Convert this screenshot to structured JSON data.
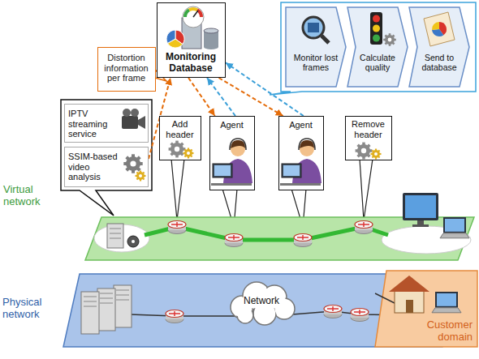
{
  "diagram": {
    "nodes": [
      {
        "text": [
          "Monitoring Database"
        ]
      },
      {
        "text": [
          "Distortion information per frame"
        ]
      },
      {
        "text": [
          "Monitor lost frames"
        ]
      },
      {
        "text": [
          "Calculate quality"
        ]
      },
      {
        "text": [
          "Send to database"
        ]
      },
      {
        "text": [
          "IPTV streaming service"
        ]
      },
      {
        "text": [
          "SSIM-based video analysis"
        ]
      },
      {
        "text": [
          "Add header"
        ]
      },
      {
        "text": [
          "Agent"
        ]
      },
      {
        "text": [
          "Agent"
        ]
      },
      {
        "text": [
          "Remove header"
        ]
      },
      {
        "text": [
          "Virtual network"
        ]
      },
      {
        "text": [
          "Physical network"
        ]
      },
      {
        "text": [
          "Network"
        ],
        "in": 12
      },
      {
        "text": [
          "Customer domain"
        ]
      }
    ],
    "edges": [
      {
        "from": 6,
        "to": 0,
        "arrow": "to"
      },
      {
        "from": 0,
        "to": 8,
        "arrow": "to"
      },
      {
        "from": 8,
        "to": 0,
        "arrow": "to"
      },
      {
        "from": 0,
        "to": 9,
        "arrow": "to"
      },
      {
        "from": 9,
        "to": 0,
        "arrow": "to"
      }
    ]
  }
}
